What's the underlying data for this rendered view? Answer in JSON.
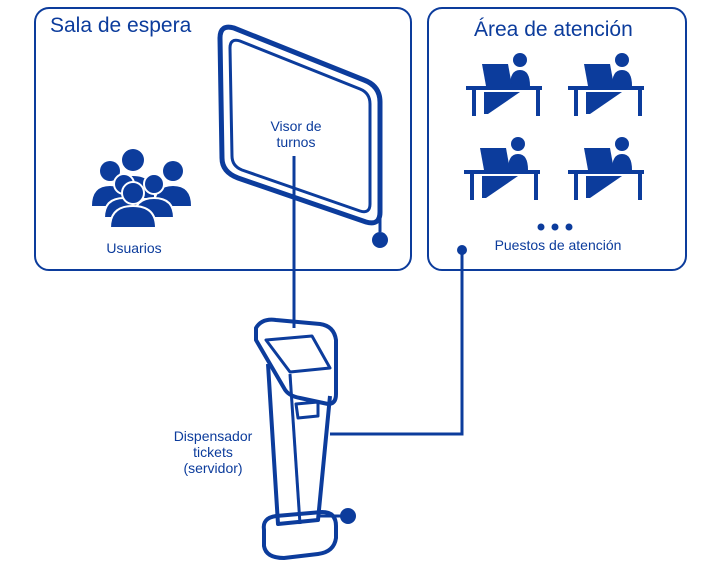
{
  "waiting_room": {
    "title": "Sala de espera",
    "display_label": [
      "Visor de",
      "turnos"
    ],
    "users_label": "Usuarios"
  },
  "service_area": {
    "title": "Área de atención",
    "stations_label": "Puestos de atención"
  },
  "kiosk": {
    "label": [
      "Dispensador",
      "tickets",
      "(servidor)"
    ]
  },
  "colors": {
    "primary": "#0c3c9c",
    "background": "#ffffff"
  }
}
